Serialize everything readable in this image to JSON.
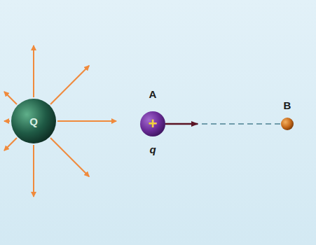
{
  "diagram": {
    "nodes": [
      {
        "text": [
          "Q"
        ]
      },
      {
        "text": [
          "A",
          "+",
          "q"
        ]
      },
      {
        "text": [
          "B"
        ]
      }
    ],
    "edges": [
      {
        "from": 1,
        "to": 2,
        "arrow": "none"
      }
    ]
  }
}
